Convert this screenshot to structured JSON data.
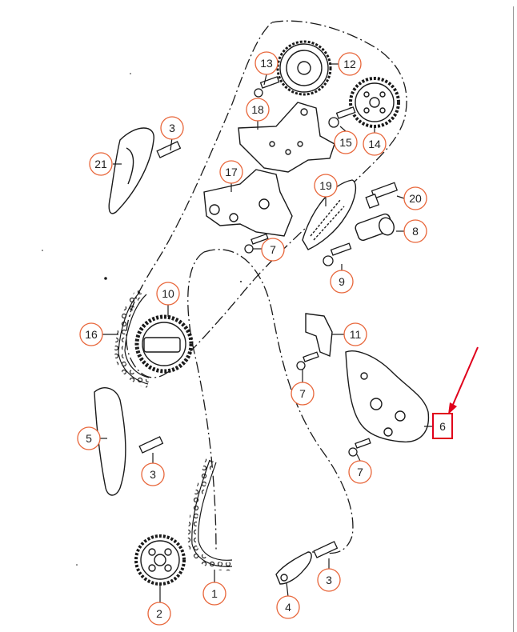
{
  "diagram": {
    "callouts": [
      {
        "id": "c1",
        "label": "1"
      },
      {
        "id": "c2",
        "label": "2"
      },
      {
        "id": "c3a",
        "label": "3"
      },
      {
        "id": "c3b",
        "label": "3"
      },
      {
        "id": "c3c",
        "label": "3"
      },
      {
        "id": "c4",
        "label": "4"
      },
      {
        "id": "c5",
        "label": "5"
      },
      {
        "id": "c6",
        "label": "6"
      },
      {
        "id": "c7a",
        "label": "7"
      },
      {
        "id": "c7b",
        "label": "7"
      },
      {
        "id": "c7c",
        "label": "7"
      },
      {
        "id": "c8",
        "label": "8"
      },
      {
        "id": "c9",
        "label": "9"
      },
      {
        "id": "c10",
        "label": "10"
      },
      {
        "id": "c11",
        "label": "11"
      },
      {
        "id": "c12",
        "label": "12"
      },
      {
        "id": "c13",
        "label": "13"
      },
      {
        "id": "c14",
        "label": "14"
      },
      {
        "id": "c15",
        "label": "15"
      },
      {
        "id": "c16",
        "label": "16"
      },
      {
        "id": "c17",
        "label": "17"
      },
      {
        "id": "c18",
        "label": "18"
      },
      {
        "id": "c19",
        "label": "19"
      },
      {
        "id": "c20",
        "label": "20"
      },
      {
        "id": "c21",
        "label": "21"
      }
    ],
    "highlight_callout": "c6",
    "colors": {
      "callout_circle": "#e8663a",
      "highlight": "#e0001b",
      "line": "#1a1a1a",
      "background": "#ffffff"
    }
  }
}
